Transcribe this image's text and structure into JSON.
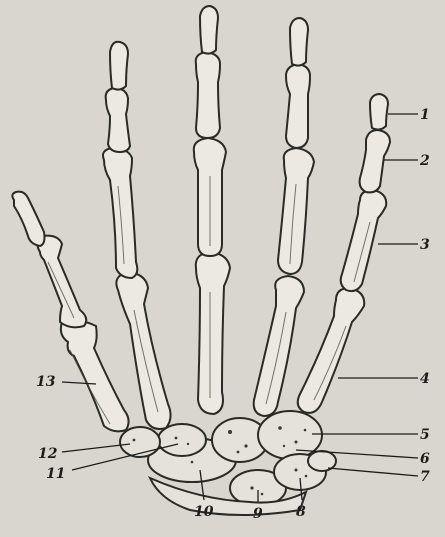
{
  "labels": [
    "1",
    "2",
    "3",
    "4",
    "5",
    "6",
    "7",
    "8",
    "9",
    "10",
    "11",
    "12",
    "13"
  ],
  "colors": {
    "background": "#d8d6cf",
    "bone": "#ebe9e2",
    "outline": "#2a2a26"
  }
}
